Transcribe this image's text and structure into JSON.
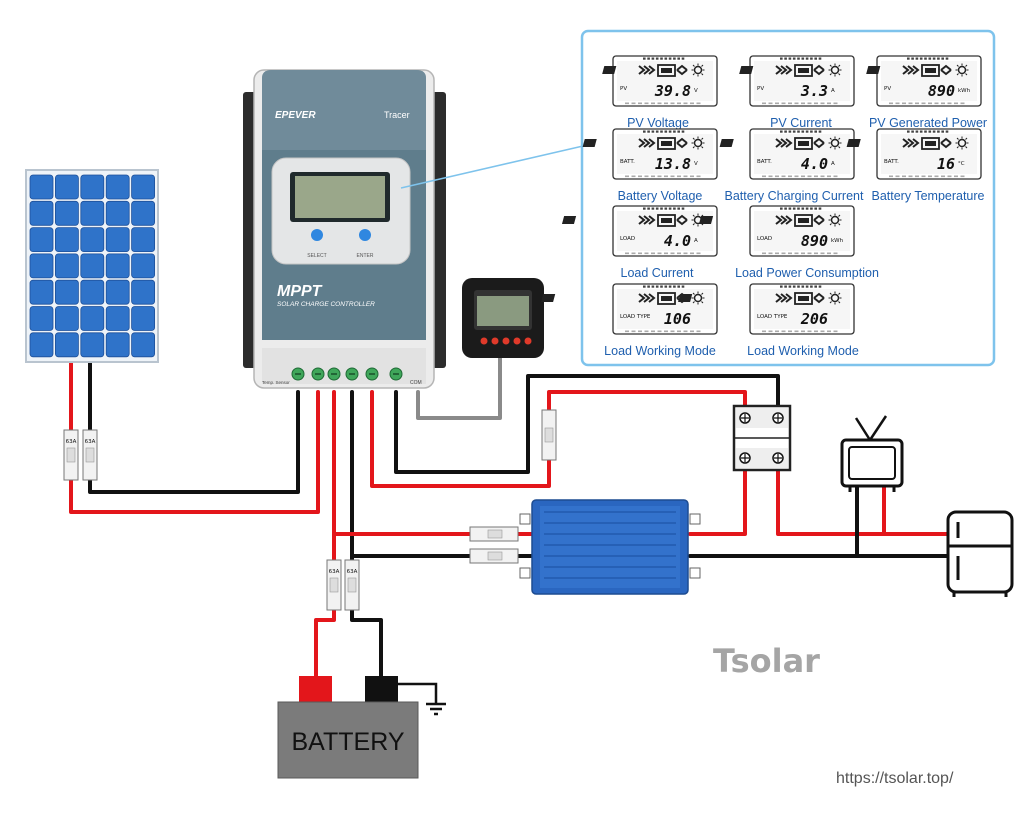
{
  "colors": {
    "wire_red": "#e3161b",
    "wire_black": "#111111",
    "wire_gray": "#8a8a8a",
    "callout_border": "#7ec3ec",
    "caption_blue": "#1f5fae",
    "panel_blue": "#2f73c9",
    "controller_body": "#5f7d8c",
    "inverter_blue": "#2a66c0",
    "battery_body": "#7b7b7b"
  },
  "controller": {
    "brand": "EPEVER",
    "model": "Tracer",
    "title": "MPPT",
    "subtitle": "SOLAR CHARGE CONTROLLER",
    "select_label": "SELECT",
    "enter_label": "ENTER",
    "temp_label": "Temp. Sensor",
    "com_label": "COM"
  },
  "lcd_screens": [
    {
      "caption": "PV Voltage",
      "value": "39.8",
      "unit": "V",
      "tag": "PV"
    },
    {
      "caption": "PV Current",
      "value": "3.3",
      "unit": "A",
      "tag": "PV"
    },
    {
      "caption": "PV Generated Power",
      "value": "890",
      "unit": "kWh",
      "tag": "PV"
    },
    {
      "caption": "Battery Voltage",
      "value": "13.8",
      "unit": "V",
      "tag": "BATT."
    },
    {
      "caption": "Battery Charging Current",
      "value": "4.0",
      "unit": "A",
      "tag": "BATT."
    },
    {
      "caption": "Battery Temperature",
      "value": "16",
      "unit": "°C",
      "tag": "BATT."
    },
    {
      "caption": "Load Current",
      "value": "4.0",
      "unit": "A",
      "tag": "LOAD"
    },
    {
      "caption": "Load Power Consumption",
      "value": "890",
      "unit": "kWh",
      "tag": "LOAD"
    },
    {
      "caption": "Load Working Mode",
      "value": "106",
      "unit": "",
      "tag": "LOAD TYPE"
    },
    {
      "caption": "Load Working Mode",
      "value": "206",
      "unit": "",
      "tag": "LOAD TYPE"
    }
  ],
  "battery": {
    "label": "BATTERY"
  },
  "watermark": "Tsolar",
  "site_url": "https://tsolar.top/",
  "breaker_label": "63A"
}
